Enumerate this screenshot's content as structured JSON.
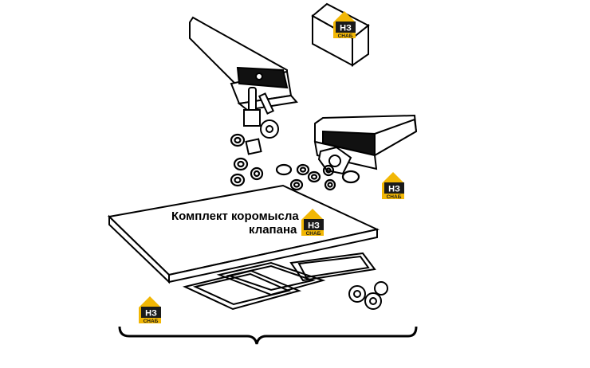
{
  "caption": {
    "line1": "Комплект коромысла",
    "line2": "клапана"
  },
  "logo": {
    "mark": "НЗ",
    "sub": "СНАБ",
    "colors": {
      "accent": "#f2b705",
      "dark": "#1a1a1a"
    },
    "icon": "house-logo-icon"
  },
  "colors": {
    "ink": "#000000",
    "paper": "#ffffff"
  }
}
